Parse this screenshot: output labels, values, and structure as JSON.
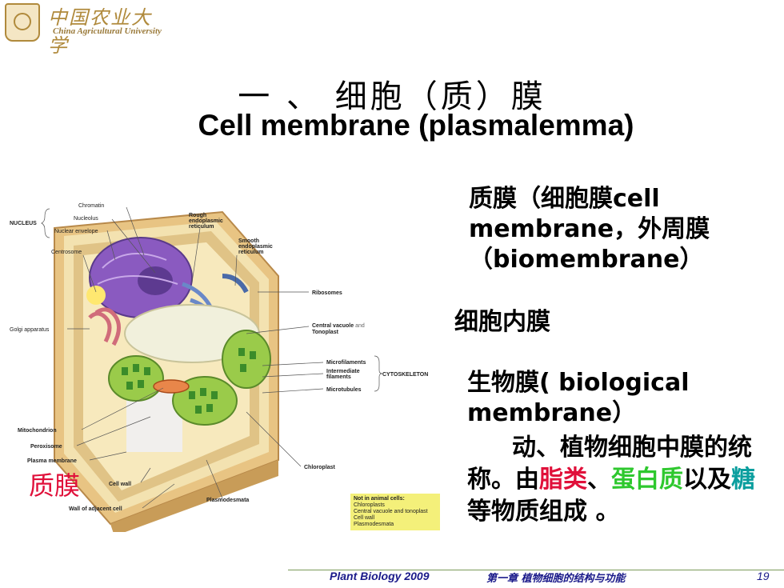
{
  "header": {
    "logo_cn": "中国农业大学",
    "logo_en": "China Agricultural University"
  },
  "title": {
    "cn": "一 、 细胞（质）膜",
    "en": "Cell membrane (plasmalemma)"
  },
  "figure": {
    "labels": {
      "chromatin": "Chromatin",
      "nucleus": "NUCLEUS",
      "nucleolus": "Nucleolus",
      "nuclear_envelope": "Nuclear envelope",
      "rough_er_1": "Rough",
      "rough_er_2": "endoplasmic",
      "rough_er_3": "reticulum",
      "centrosome": "Centrosome",
      "smooth_er_1": "Smooth",
      "smooth_er_2": "endoplasmic",
      "smooth_er_3": "reticulum",
      "ribosomes": "Ribosomes",
      "golgi": "Golgi apparatus",
      "central_vacuole_1": "Central vacuole",
      "central_vacuole_and": "and",
      "central_vacuole_2": "Tonoplast",
      "microfilaments": "Microfilaments",
      "intermediate_1": "Intermediate",
      "intermediate_2": "filaments",
      "cytoskeleton": "CYTOSKELETON",
      "microtubules": "Microtubules",
      "mitochondrion": "Mitochondrion",
      "peroxisome": "Peroxisome",
      "plasma_membrane": "Plasma membrane",
      "chloroplast": "Chloroplast",
      "cell_wall": "Cell wall",
      "plasmodesmata": "Plasmodesmata",
      "wall_adjacent": "Wall of adjacent cell"
    },
    "not_in_animal": {
      "title": "Not in animal cells:",
      "items": [
        "Chloroplasts",
        "Central vacuole and tonoplast",
        "Cell wall",
        "Plasmodesmata"
      ]
    }
  },
  "plasma_membrane_label": "质膜",
  "right_text": {
    "p1": "质膜（细胞膜cell membrane，外周膜（biomembrane）",
    "p2": "细胞内膜",
    "p3": "生物膜( biological membrane）",
    "p4_a": "动、植物细胞中膜的统称。由",
    "p4_lipid": "脂类",
    "p4_sep": "、",
    "p4_protein_1": "蛋白",
    "p4_protein_2": "质",
    "p4_b": "以及",
    "p4_sugar": "糖",
    "p4_c": "等物质组成 。"
  },
  "footer": {
    "course": "Plant Biology  2009",
    "chapter": "第一章 植物细胞的结构与功能",
    "page": "19"
  },
  "colors": {
    "red": "#e0103a",
    "green": "#2ec82e",
    "teal": "#0a9e9e",
    "footer_text": "#1a1a8a"
  }
}
